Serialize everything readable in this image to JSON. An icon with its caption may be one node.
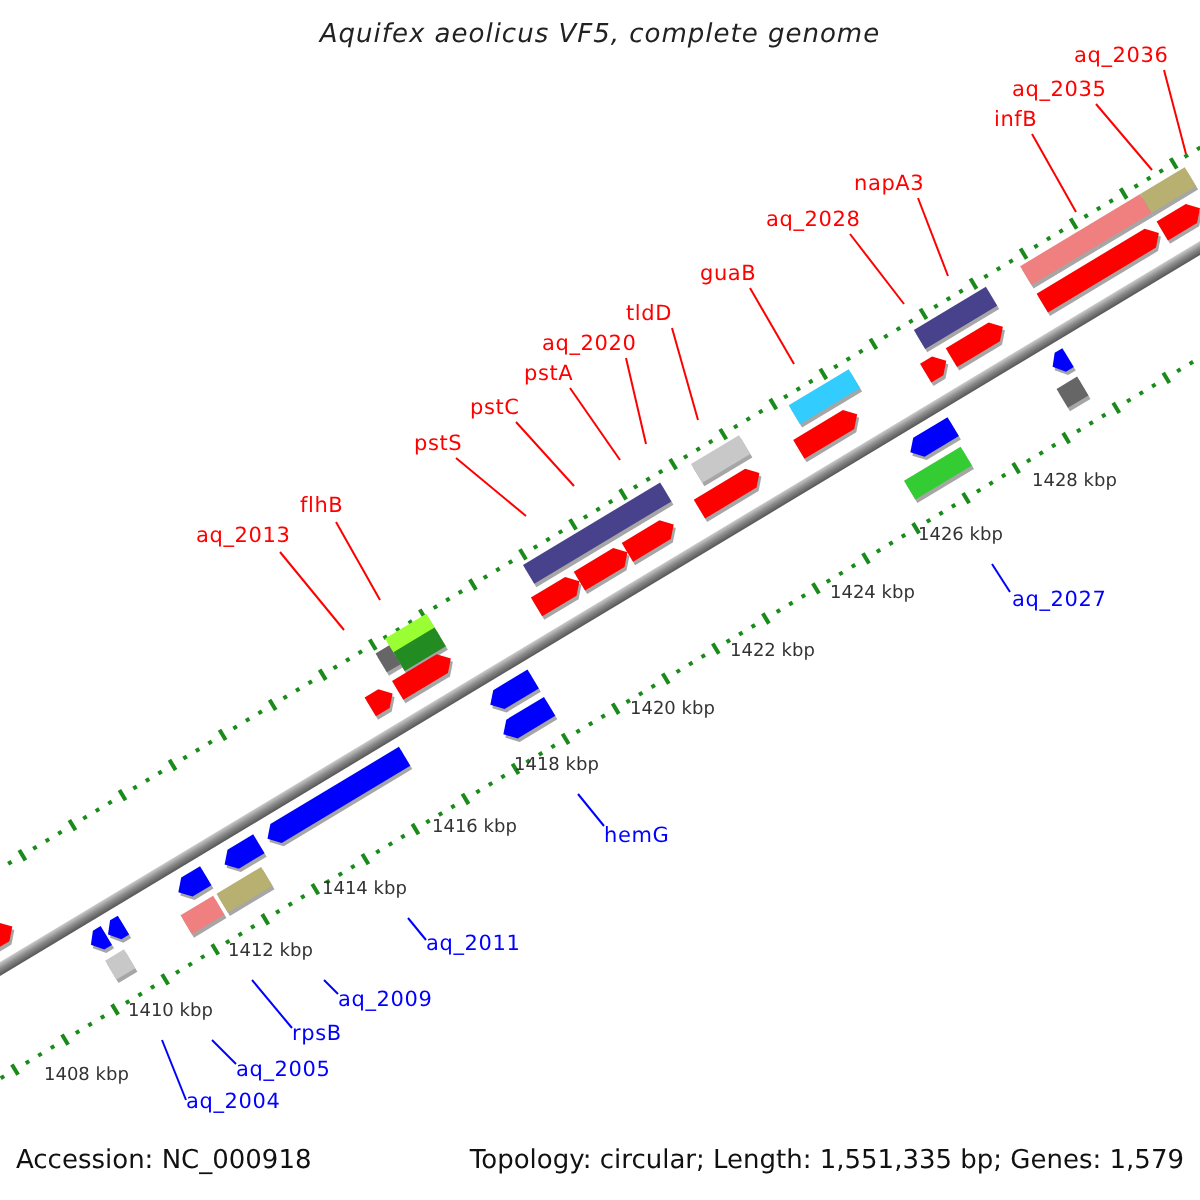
{
  "diagram": {
    "title": "Aquifex aeolicus VF5, complete genome",
    "nodes": [
      {
        "text": [
          "aq_2036"
        ]
      },
      {
        "text": [
          "aq_2035"
        ]
      },
      {
        "text": [
          "infB"
        ]
      },
      {
        "text": [
          "napA3"
        ]
      },
      {
        "text": [
          "aq_2028"
        ]
      },
      {
        "text": [
          "guaB"
        ]
      },
      {
        "text": [
          "tldD"
        ]
      },
      {
        "text": [
          "aq_2020"
        ]
      },
      {
        "text": [
          "pstA"
        ]
      },
      {
        "text": [
          "pstC"
        ]
      },
      {
        "text": [
          "pstS"
        ]
      },
      {
        "text": [
          "flhB"
        ]
      },
      {
        "text": [
          "aq_2013"
        ]
      },
      {
        "text": [
          "aq_2027"
        ]
      },
      {
        "text": [
          "hemG"
        ]
      },
      {
        "text": [
          "aq_2011"
        ]
      },
      {
        "text": [
          "aq_2009"
        ]
      },
      {
        "text": [
          "rpsB"
        ]
      },
      {
        "text": [
          "aq_2005"
        ]
      },
      {
        "text": [
          "aq_2004"
        ]
      }
    ],
    "edges": [
      {
        "from": 0,
        "to": null,
        "arrow": "none"
      },
      {
        "from": 1,
        "to": null,
        "arrow": "none"
      },
      {
        "from": 2,
        "to": null,
        "arrow": "none"
      },
      {
        "from": 3,
        "to": null,
        "arrow": "none"
      },
      {
        "from": 4,
        "to": null,
        "arrow": "none"
      },
      {
        "from": 5,
        "to": null,
        "arrow": "none"
      },
      {
        "from": 6,
        "to": null,
        "arrow": "none"
      },
      {
        "from": 7,
        "to": null,
        "arrow": "none"
      },
      {
        "from": 8,
        "to": null,
        "arrow": "none"
      },
      {
        "from": 9,
        "to": null,
        "arrow": "none"
      },
      {
        "from": 10,
        "to": null,
        "arrow": "none"
      },
      {
        "from": 11,
        "to": null,
        "arrow": "none"
      },
      {
        "from": 12,
        "to": null,
        "arrow": "none"
      },
      {
        "from": 13,
        "to": null,
        "arrow": "none",
        "color": "#0000ff"
      },
      {
        "from": 14,
        "to": null,
        "arrow": "none",
        "color": "#0000ff"
      },
      {
        "from": 15,
        "to": null,
        "arrow": "none",
        "color": "#0000ff"
      },
      {
        "from": 16,
        "to": null,
        "arrow": "none",
        "color": "#0000ff"
      },
      {
        "from": 17,
        "to": null,
        "arrow": "none",
        "color": "#0000ff"
      },
      {
        "from": 18,
        "to": null,
        "arrow": "none",
        "color": "#0000ff"
      },
      {
        "from": 19,
        "to": null,
        "arrow": "none",
        "color": "#0000ff"
      }
    ],
    "labels": [
      "1408 kbp",
      "1410 kbp",
      "1412 kbp",
      "1414 kbp",
      "1416 kbp",
      "1418 kbp",
      "1420 kbp",
      "1422 kbp",
      "1424 kbp",
      "1426 kbp",
      "1428 kbp",
      "Accession: NC_000918",
      "Topology: circular; Length: 1,551,335 bp; Genes: 1,579"
    ]
  }
}
